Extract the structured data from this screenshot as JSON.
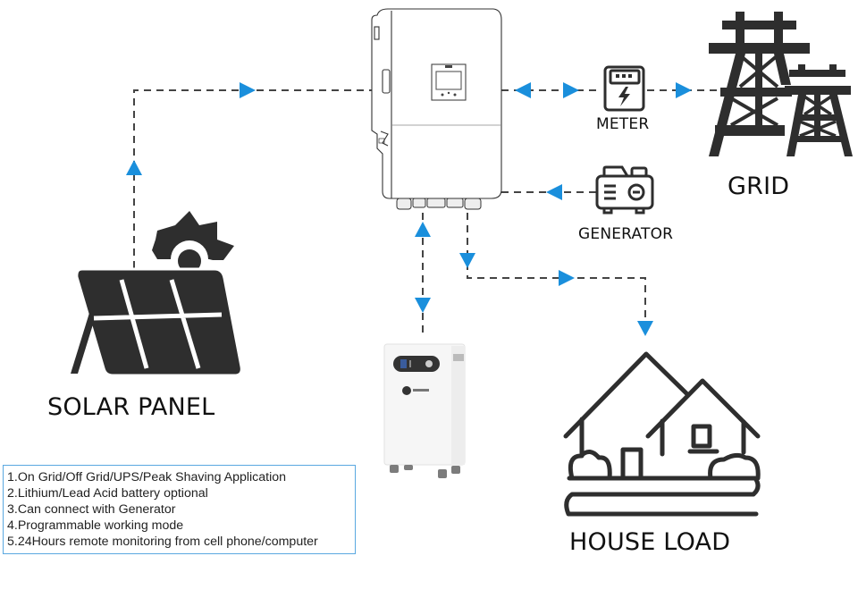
{
  "colors": {
    "arrow": "#1a8fdc",
    "connector_line": "#444444",
    "icon_fill": "#2e2e2e",
    "feature_box_border": "#5aa8e0",
    "text": "#111111"
  },
  "nodes": {
    "inverter": {
      "label": "",
      "icon": "hybrid-inverter-image"
    },
    "meter": {
      "label": "METER",
      "icon": "electric-meter-icon"
    },
    "grid": {
      "label": "GRID",
      "icon": "power-tower-icon"
    },
    "generator": {
      "label": "GENERATOR",
      "icon": "generator-icon"
    },
    "solar": {
      "label": "SOLAR PANEL",
      "icon": "solar-panel-icon"
    },
    "battery": {
      "label": "",
      "icon": "battery-cabinet-image"
    },
    "house": {
      "label": "HOUSE LOAD",
      "icon": "house-icon"
    }
  },
  "connections": [
    {
      "from": "solar",
      "to": "inverter",
      "direction": "to-inverter"
    },
    {
      "from": "inverter",
      "to": "meter",
      "direction": "bidirectional"
    },
    {
      "from": "meter",
      "to": "grid",
      "direction": "to-grid"
    },
    {
      "from": "generator",
      "to": "inverter",
      "direction": "to-inverter"
    },
    {
      "from": "inverter",
      "to": "battery",
      "direction": "bidirectional"
    },
    {
      "from": "inverter",
      "to": "house",
      "direction": "to-house"
    }
  ],
  "features": [
    "1.On Grid/Off Grid/UPS/Peak Shaving Application",
    "2.Lithium/Lead Acid battery optional",
    "3.Can connect with Generator",
    "4.Programmable working mode",
    "5.24Hours remote monitoring from cell phone/computer"
  ]
}
